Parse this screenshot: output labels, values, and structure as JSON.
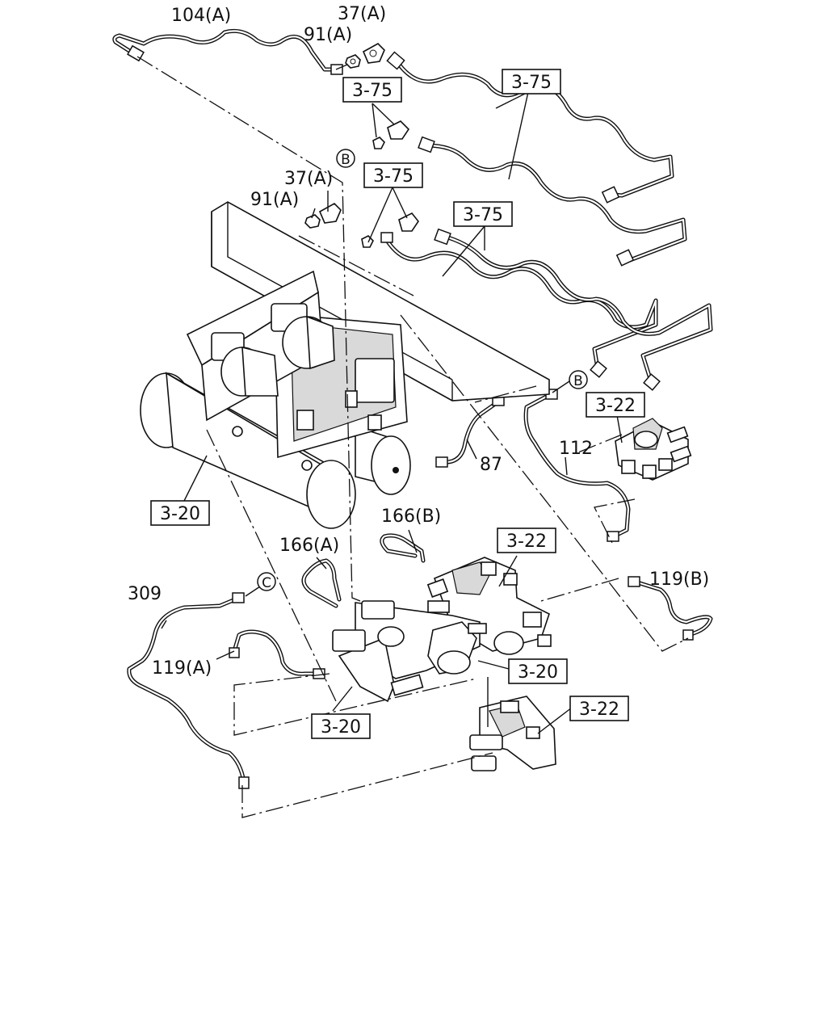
{
  "callouts": {
    "c104a": "104(A)",
    "c37a_top": "37(A)",
    "c91a_top": "91(A)",
    "c37a_mid": "37(A)",
    "c91a_mid": "91(A)",
    "c87": "87",
    "c112": "112",
    "c166b": "166(B)",
    "c166a": "166(A)",
    "c309": "309",
    "c119a": "119(A)",
    "c119b": "119(B)"
  },
  "refs": {
    "r375_a": "3-75",
    "r375_b": "3-75",
    "r375_c": "3-75",
    "r375_d": "3-75",
    "r322_a": "3-22",
    "r322_b": "3-22",
    "r322_c": "3-22",
    "r320_a": "3-20",
    "r320_b": "3-20",
    "r320_c": "3-20"
  },
  "markers": {
    "b1": "B",
    "b2": "B",
    "c1": "C"
  }
}
